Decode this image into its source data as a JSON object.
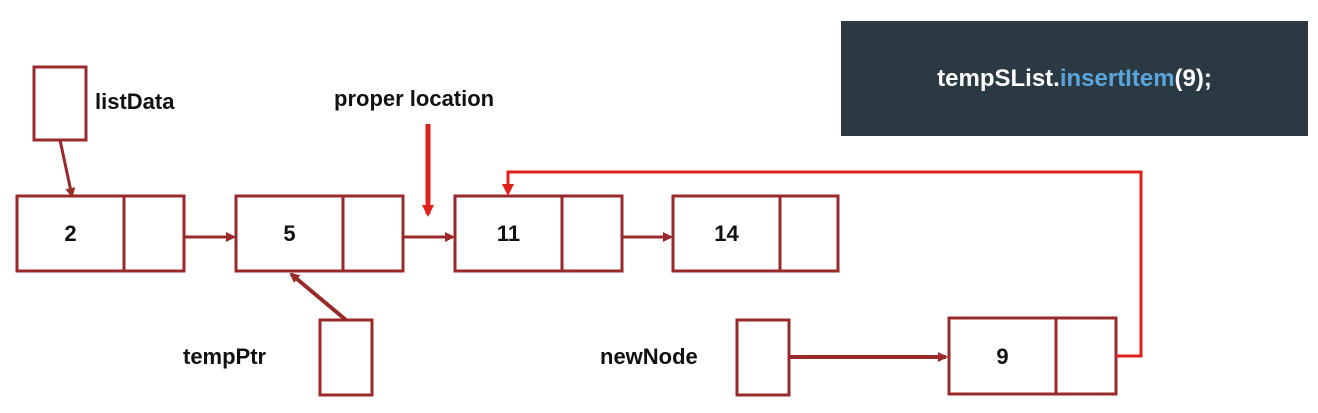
{
  "code": {
    "object": "tempSList",
    "dot": ".",
    "method": "insertItem",
    "args": "(9);"
  },
  "labels": {
    "list_data": "listData",
    "proper_location": "proper location",
    "temp_ptr": "tempPtr",
    "new_node": "newNode"
  },
  "nodes": [
    {
      "value": "2"
    },
    {
      "value": "5"
    },
    {
      "value": "11"
    },
    {
      "value": "14"
    }
  ],
  "new_node_value": "9",
  "colors": {
    "box_stroke": "#9a2a2a",
    "arrow": "#9a2a2a",
    "highlight_arrow": "#e0201b",
    "banner_bg": "#2b3942",
    "method_text": "#5aa6dc"
  }
}
